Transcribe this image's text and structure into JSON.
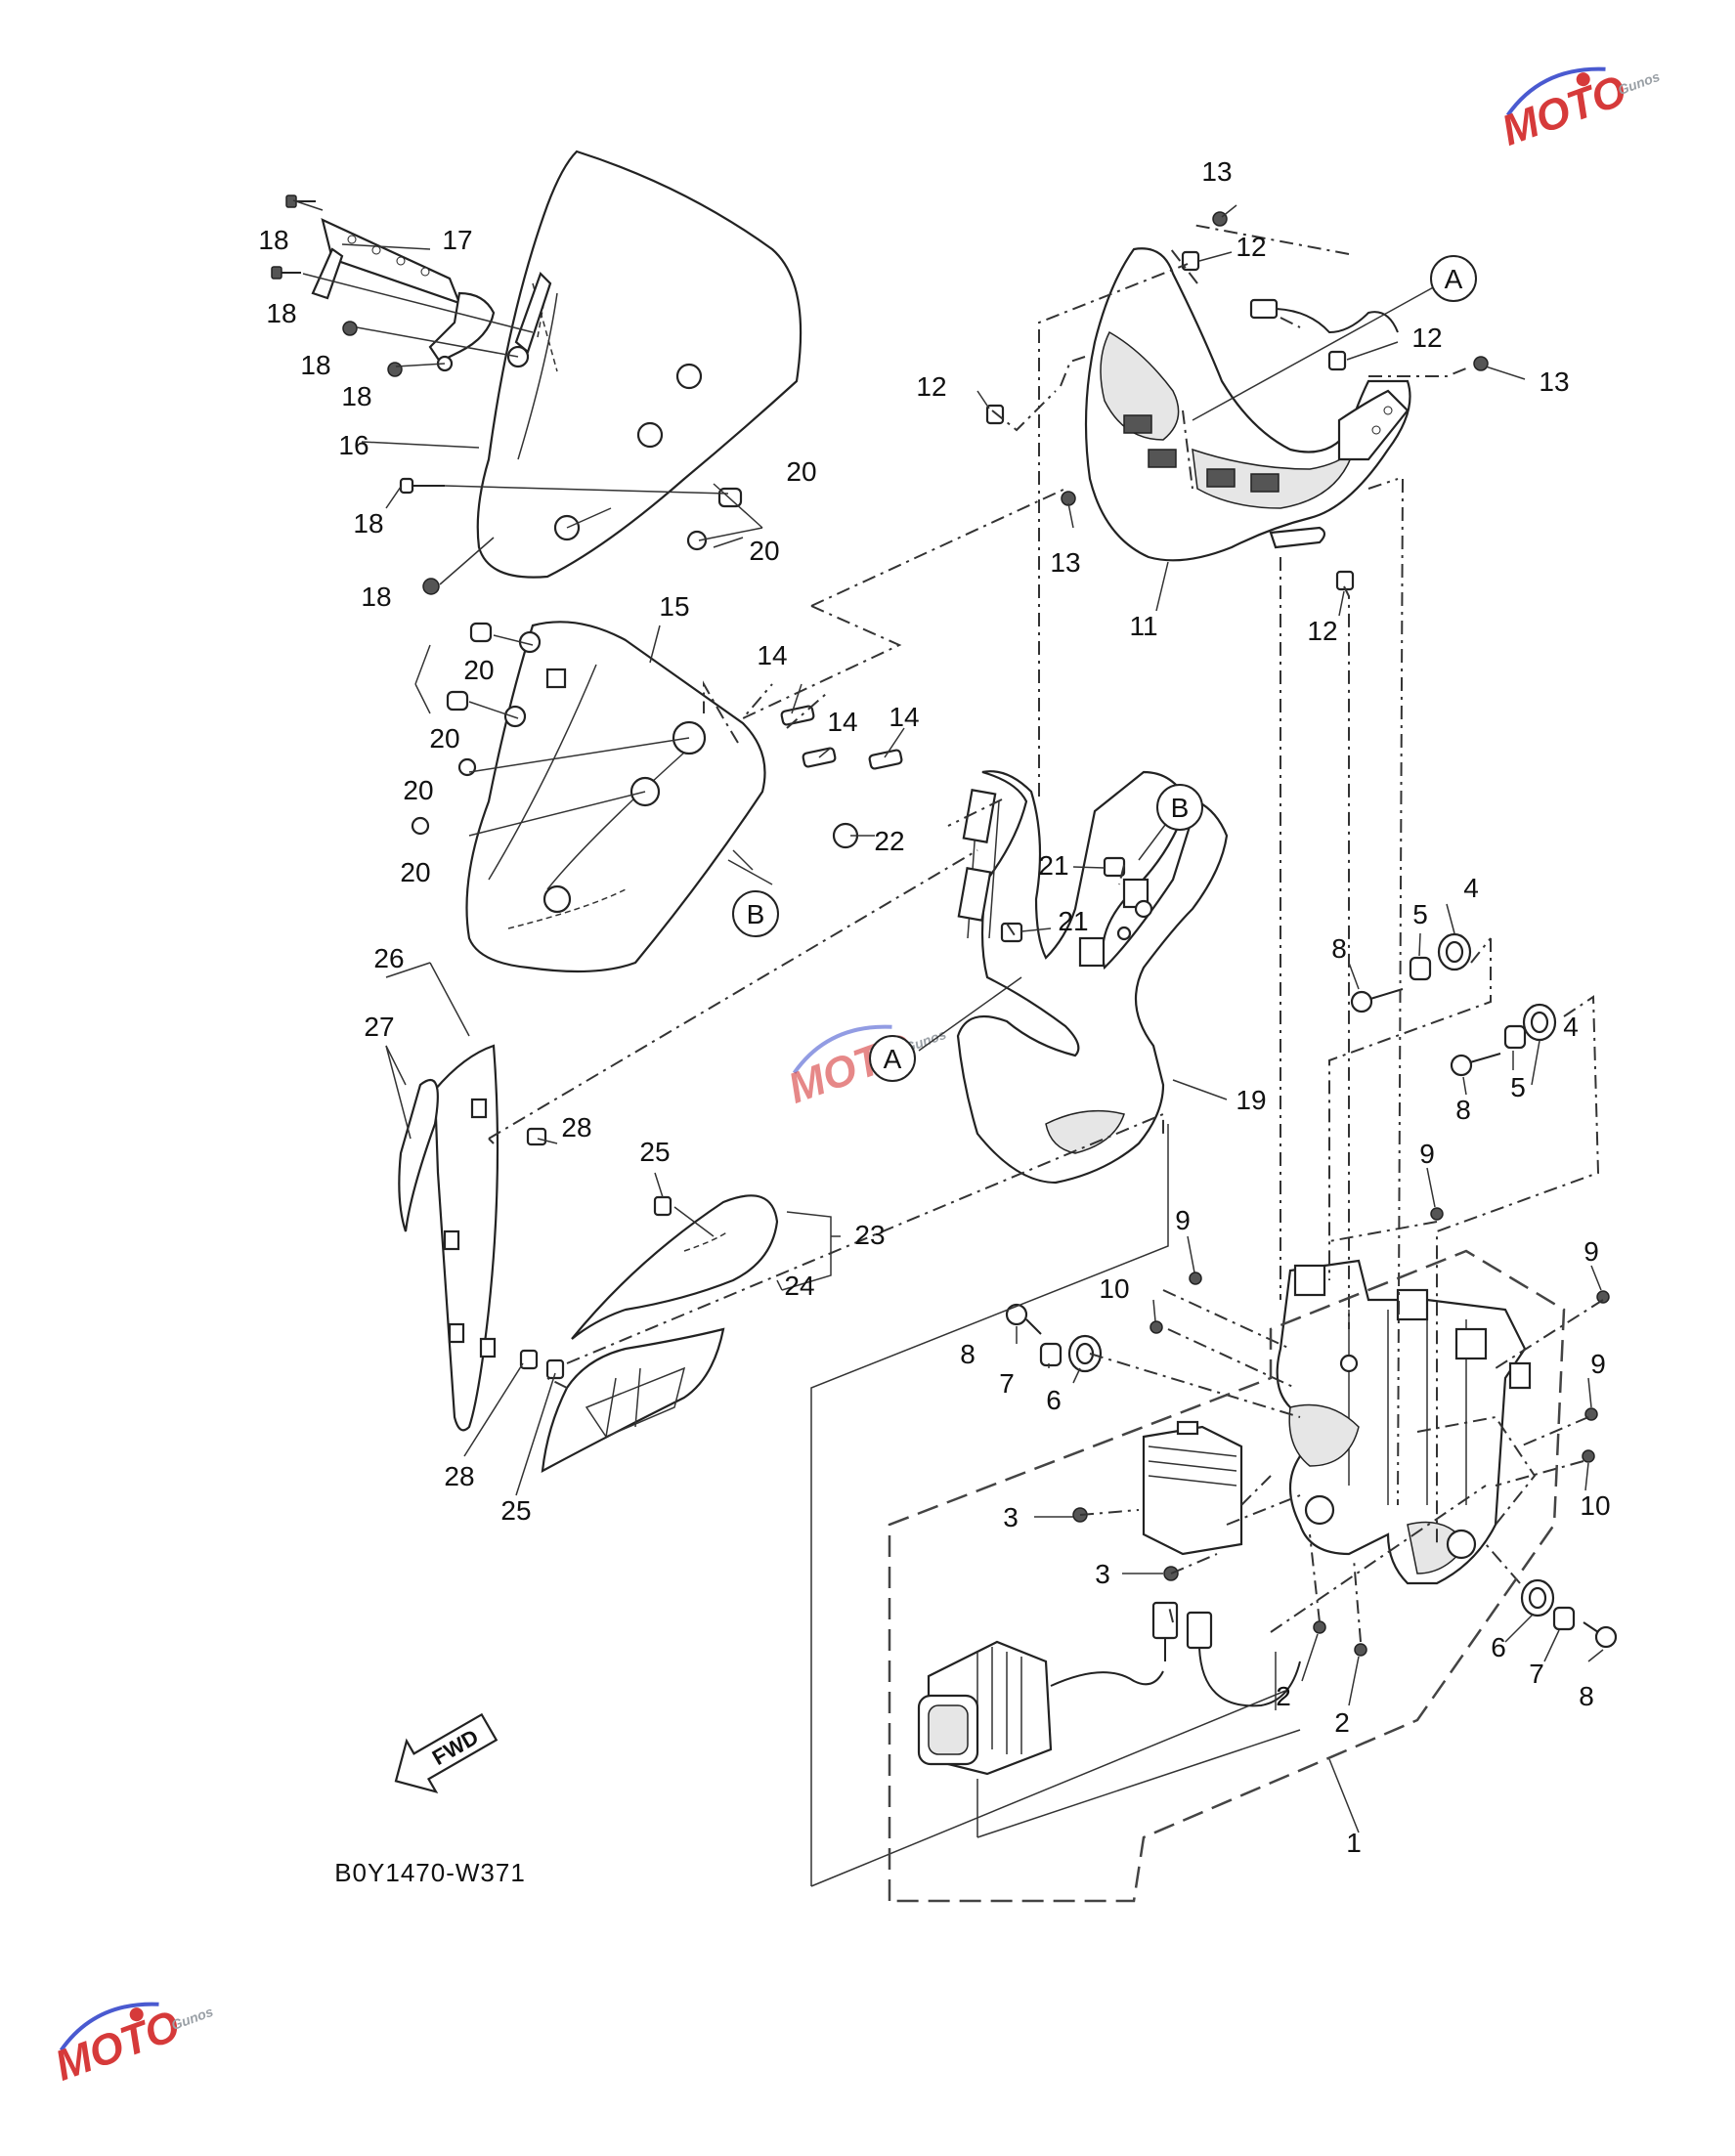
{
  "diagram": {
    "code": "B0Y1470-W371",
    "fwd_label": "FWD",
    "watermark": {
      "brand": "MOTO",
      "sub": "Gunos",
      "colors": {
        "red": "#d63a3a",
        "blue": "#4a5ad0",
        "grey": "#9aa0a6"
      }
    },
    "reference_markers": [
      "A",
      "B"
    ],
    "callouts": [
      {
        "id": "c1",
        "text": "1"
      },
      {
        "id": "c2a",
        "text": "2"
      },
      {
        "id": "c2b",
        "text": "2"
      },
      {
        "id": "c3a",
        "text": "3"
      },
      {
        "id": "c3b",
        "text": "3"
      },
      {
        "id": "c4a",
        "text": "4"
      },
      {
        "id": "c4b",
        "text": "4"
      },
      {
        "id": "c5a",
        "text": "5"
      },
      {
        "id": "c5b",
        "text": "5"
      },
      {
        "id": "c6a",
        "text": "6"
      },
      {
        "id": "c6b",
        "text": "6"
      },
      {
        "id": "c7a",
        "text": "7"
      },
      {
        "id": "c7b",
        "text": "7"
      },
      {
        "id": "c8a",
        "text": "8"
      },
      {
        "id": "c8b",
        "text": "8"
      },
      {
        "id": "c8c",
        "text": "8"
      },
      {
        "id": "c8d",
        "text": "8"
      },
      {
        "id": "c9a",
        "text": "9"
      },
      {
        "id": "c9b",
        "text": "9"
      },
      {
        "id": "c9c",
        "text": "9"
      },
      {
        "id": "c9d",
        "text": "9"
      },
      {
        "id": "c10a",
        "text": "10"
      },
      {
        "id": "c10b",
        "text": "10"
      },
      {
        "id": "c11",
        "text": "11"
      },
      {
        "id": "c12a",
        "text": "12"
      },
      {
        "id": "c12b",
        "text": "12"
      },
      {
        "id": "c12c",
        "text": "12"
      },
      {
        "id": "c12d",
        "text": "12"
      },
      {
        "id": "c13a",
        "text": "13"
      },
      {
        "id": "c13b",
        "text": "13"
      },
      {
        "id": "c13c",
        "text": "13"
      },
      {
        "id": "c14a",
        "text": "14"
      },
      {
        "id": "c14b",
        "text": "14"
      },
      {
        "id": "c14c",
        "text": "14"
      },
      {
        "id": "c15",
        "text": "15"
      },
      {
        "id": "c16",
        "text": "16"
      },
      {
        "id": "c17",
        "text": "17"
      },
      {
        "id": "c18a",
        "text": "18"
      },
      {
        "id": "c18b",
        "text": "18"
      },
      {
        "id": "c18c",
        "text": "18"
      },
      {
        "id": "c18d",
        "text": "18"
      },
      {
        "id": "c18e",
        "text": "18"
      },
      {
        "id": "c18f",
        "text": "18"
      },
      {
        "id": "c19",
        "text": "19"
      },
      {
        "id": "c20a",
        "text": "20"
      },
      {
        "id": "c20b",
        "text": "20"
      },
      {
        "id": "c20c",
        "text": "20"
      },
      {
        "id": "c20d",
        "text": "20"
      },
      {
        "id": "c20e",
        "text": "20"
      },
      {
        "id": "c20f",
        "text": "20"
      },
      {
        "id": "c21a",
        "text": "21"
      },
      {
        "id": "c21b",
        "text": "21"
      },
      {
        "id": "c22",
        "text": "22"
      },
      {
        "id": "c23",
        "text": "23"
      },
      {
        "id": "c24",
        "text": "24"
      },
      {
        "id": "c25a",
        "text": "25"
      },
      {
        "id": "c25b",
        "text": "25"
      },
      {
        "id": "c26",
        "text": "26"
      },
      {
        "id": "c27",
        "text": "27"
      },
      {
        "id": "c28a",
        "text": "28"
      },
      {
        "id": "c28b",
        "text": "28"
      }
    ]
  }
}
